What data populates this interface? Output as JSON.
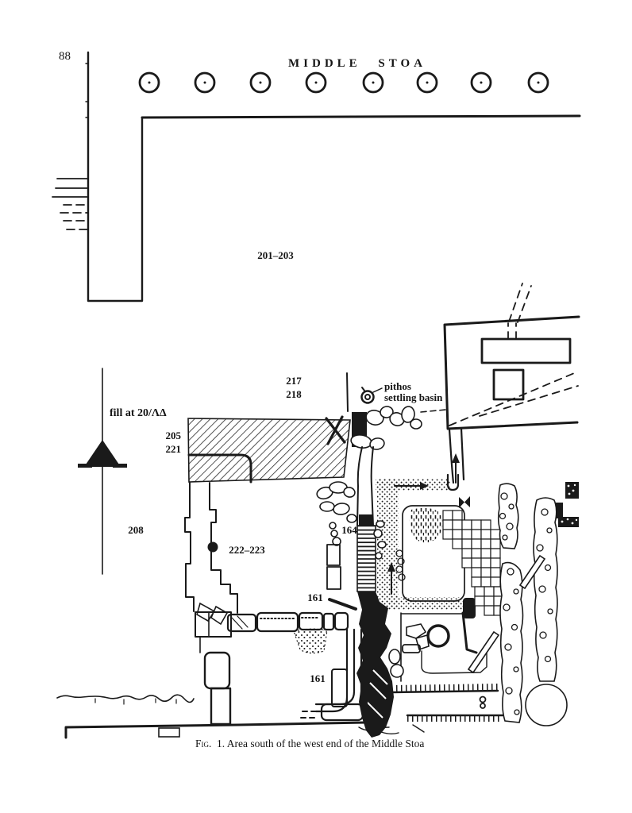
{
  "figure": {
    "page_number": "88",
    "plan_title": "MIDDLE STOA",
    "colonnade": {
      "column_count": 8
    },
    "labels": {
      "area_fill": "201–203",
      "n217": "217",
      "n218": "218",
      "pithos": "pithos",
      "settling_basin": "settling basin",
      "fill_note": "fill at 20/ΛΔ",
      "n205": "205",
      "n221": "221",
      "n208": "208",
      "n222_223": "222–223",
      "n164": "164",
      "n161_upper": "161",
      "n161_lower": "161"
    },
    "caption": {
      "fig_abbrev": "Fig.",
      "number_and_title": "1. Area south of the west end of the Middle Stoa"
    },
    "ink_color": "#1a1a1a",
    "paper_color": "#ffffff"
  }
}
